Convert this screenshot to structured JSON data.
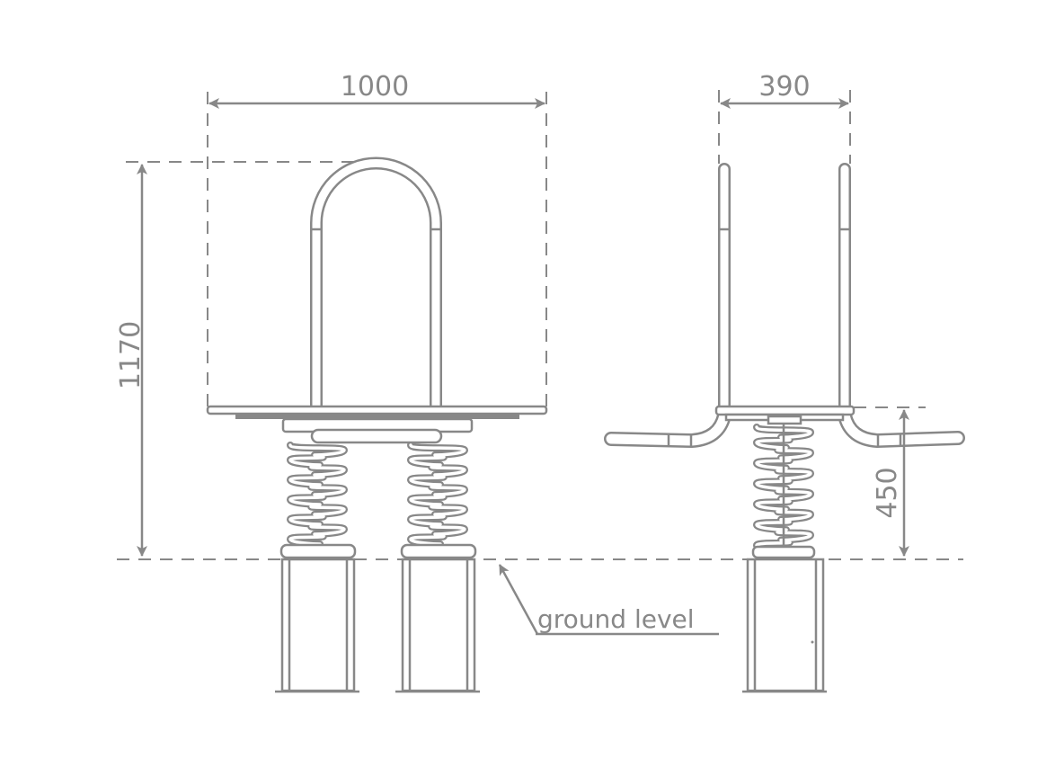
{
  "dimensions": {
    "front_width": "1000",
    "front_height": "1170",
    "side_width": "390",
    "seat_height": "450"
  },
  "labels": {
    "ground_level": "ground level"
  },
  "colors": {
    "stroke": "#888888",
    "background": "#ffffff"
  }
}
